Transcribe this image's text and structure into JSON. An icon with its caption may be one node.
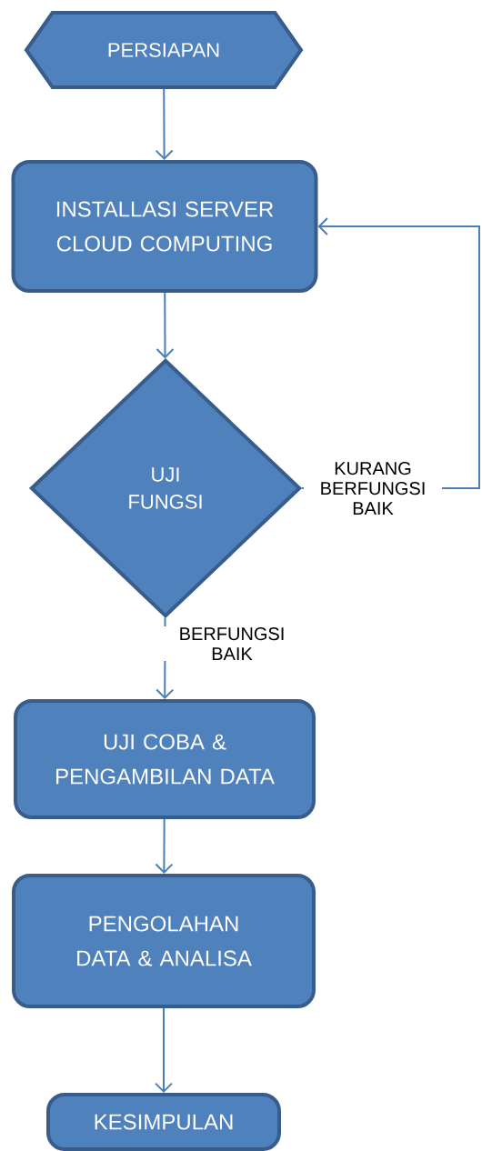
{
  "diagram": {
    "nodes": [
      {
        "text": [
          "PERSIAPAN"
        ]
      },
      {
        "text": [
          "INSTALLASI SERVER CLOUD COMPUTING"
        ]
      },
      {
        "text": [
          "UJI FUNGSI"
        ]
      },
      {
        "text": [
          "UJI COBA & PENGAMBILAN DATA"
        ]
      },
      {
        "text": [
          "PENGOLAHAN DATA & ANALISA"
        ]
      },
      {
        "text": [
          "KESIMPULAN"
        ]
      }
    ],
    "edges": [
      {
        "from": 0,
        "to": 1,
        "arrow": "to"
      },
      {
        "from": 1,
        "to": 2,
        "arrow": "to"
      },
      {
        "from": 2,
        "to": 1,
        "arrow": "to",
        "label": "KURANG BERFUNGSI BAIK"
      },
      {
        "from": 2,
        "to": 3,
        "arrow": "to",
        "label": "BERFUNGSI BAIK"
      },
      {
        "from": 3,
        "to": 4,
        "arrow": "to"
      },
      {
        "from": 4,
        "to": 5,
        "arrow": "to"
      }
    ]
  }
}
